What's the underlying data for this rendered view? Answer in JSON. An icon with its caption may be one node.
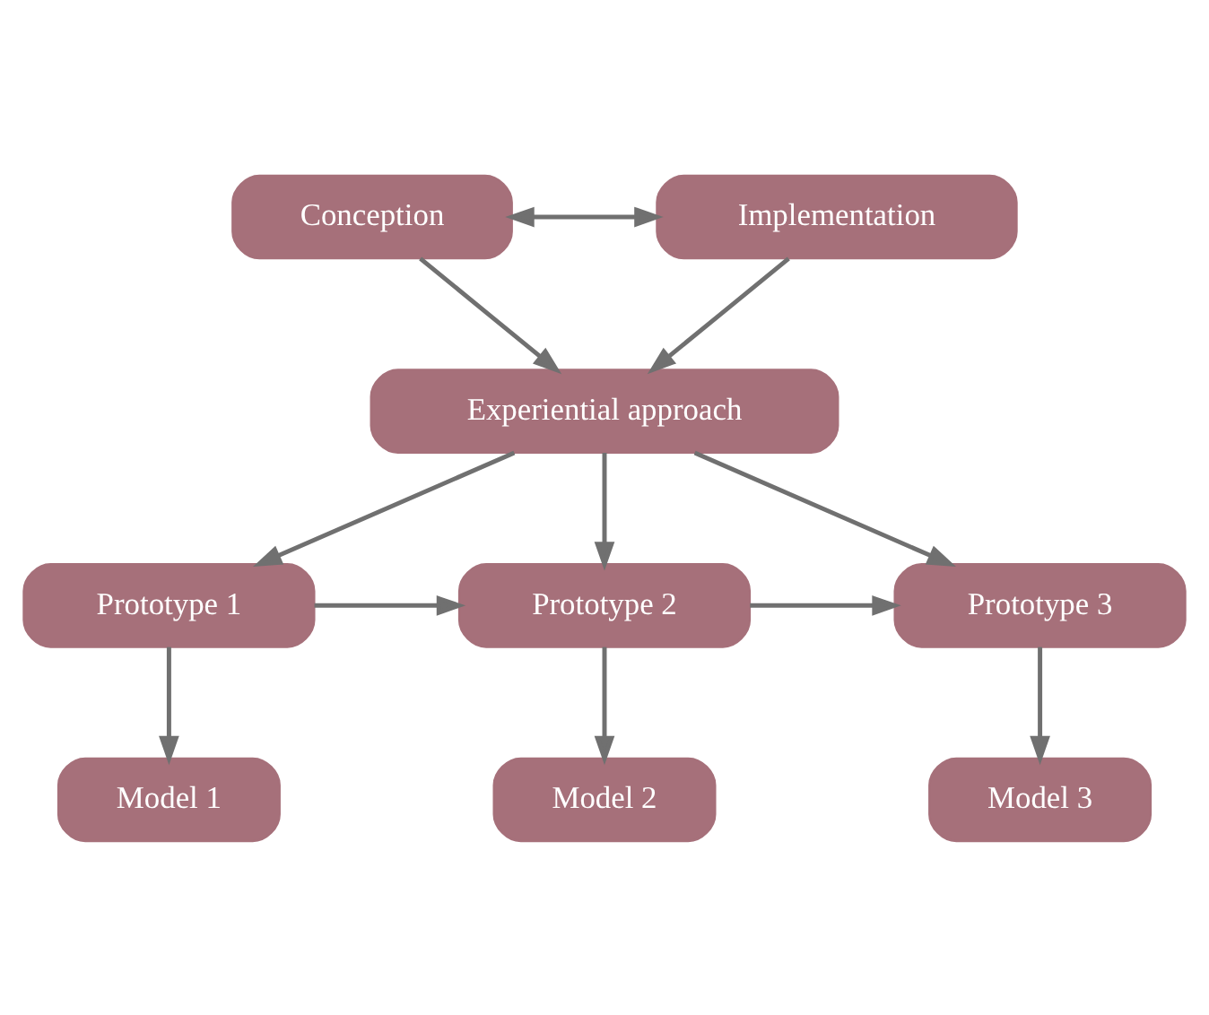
{
  "diagram": {
    "nodes": [
      {
        "text": [
          "Conception"
        ]
      },
      {
        "text": [
          "Implementation"
        ]
      },
      {
        "text": [
          "Experiential approach"
        ]
      },
      {
        "text": [
          "Prototype 1"
        ]
      },
      {
        "text": [
          "Prototype 2"
        ]
      },
      {
        "text": [
          "Prototype 3"
        ]
      },
      {
        "text": [
          "Model 1"
        ]
      },
      {
        "text": [
          "Model 2"
        ]
      },
      {
        "text": [
          "Model 3"
        ]
      }
    ],
    "edges": [
      {
        "from": 0,
        "to": 1,
        "arrow": "both"
      },
      {
        "from": 0,
        "to": 2,
        "arrow": "to"
      },
      {
        "from": 1,
        "to": 2,
        "arrow": "to"
      },
      {
        "from": 2,
        "to": 3,
        "arrow": "to"
      },
      {
        "from": 2,
        "to": 4,
        "arrow": "to"
      },
      {
        "from": 2,
        "to": 5,
        "arrow": "to"
      },
      {
        "from": 3,
        "to": 4,
        "arrow": "to"
      },
      {
        "from": 4,
        "to": 5,
        "arrow": "to"
      },
      {
        "from": 3,
        "to": 6,
        "arrow": "to"
      },
      {
        "from": 4,
        "to": 7,
        "arrow": "to"
      },
      {
        "from": 5,
        "to": 8,
        "arrow": "to"
      }
    ]
  }
}
